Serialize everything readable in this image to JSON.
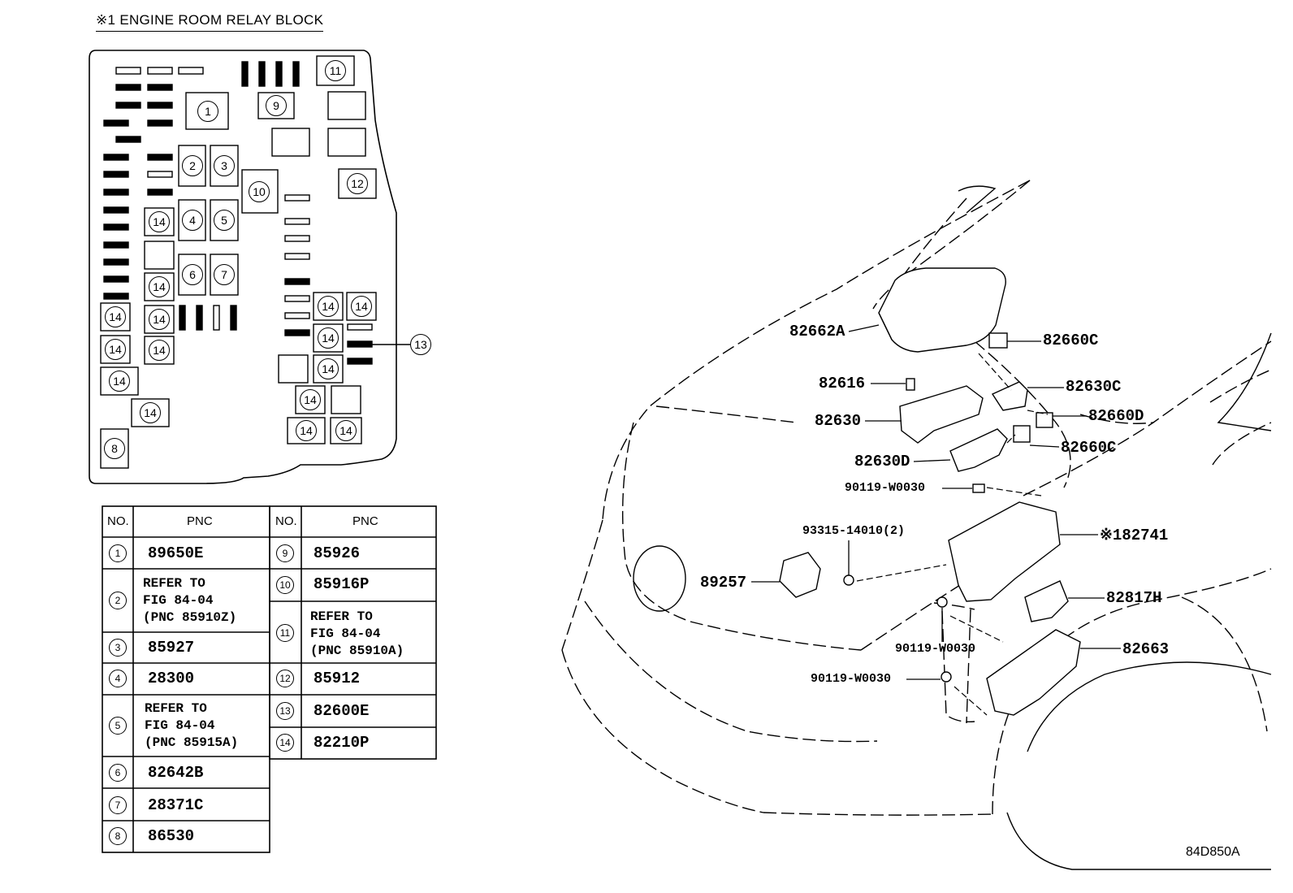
{
  "title": "※1 ENGINE ROOM RELAY BLOCK",
  "figure_code": "84D850A",
  "relay_block_labels": [
    "1",
    "2",
    "3",
    "4",
    "5",
    "6",
    "7",
    "8",
    "9",
    "10",
    "11",
    "12",
    "13",
    "14"
  ],
  "table": {
    "headers": {
      "no": "NO.",
      "pnc": "PNC"
    },
    "left": [
      {
        "no": "1",
        "lines": [
          "89650E"
        ]
      },
      {
        "no": "2",
        "lines": [
          "REFER TO",
          "FIG 84-04",
          "(PNC 85910Z)"
        ]
      },
      {
        "no": "3",
        "lines": [
          "85927"
        ]
      },
      {
        "no": "4",
        "lines": [
          "28300"
        ]
      },
      {
        "no": "5",
        "lines": [
          "REFER TO",
          "FIG 84-04",
          "(PNC 85915A)"
        ]
      },
      {
        "no": "6",
        "lines": [
          "82642B"
        ]
      },
      {
        "no": "7",
        "lines": [
          "28371C"
        ]
      },
      {
        "no": "8",
        "lines": [
          "86530"
        ]
      }
    ],
    "right": [
      {
        "no": "9",
        "lines": [
          "85926"
        ]
      },
      {
        "no": "10",
        "lines": [
          "85916P"
        ]
      },
      {
        "no": "11",
        "lines": [
          "REFER TO",
          "FIG 84-04",
          "(PNC 85910A)"
        ]
      },
      {
        "no": "12",
        "lines": [
          "85912"
        ]
      },
      {
        "no": "13",
        "lines": [
          "82600E"
        ]
      },
      {
        "no": "14",
        "lines": [
          "82210P"
        ]
      }
    ]
  },
  "callouts": {
    "c82662A": "82662A",
    "c82660C_top": "82660C",
    "c82616": "82616",
    "c82630C": "82630C",
    "c82630": "82630",
    "c82660D": "82660D",
    "c82660C_bot": "82660C",
    "c82630D": "82630D",
    "c90119_top": "90119-W0030",
    "c93315": "93315-14010(2)",
    "c82741": "※182741",
    "c89257": "89257",
    "c82817H": "82817H",
    "c90119_mid": "90119-W0030",
    "c82663": "82663",
    "c90119_bot": "90119-W0030"
  }
}
